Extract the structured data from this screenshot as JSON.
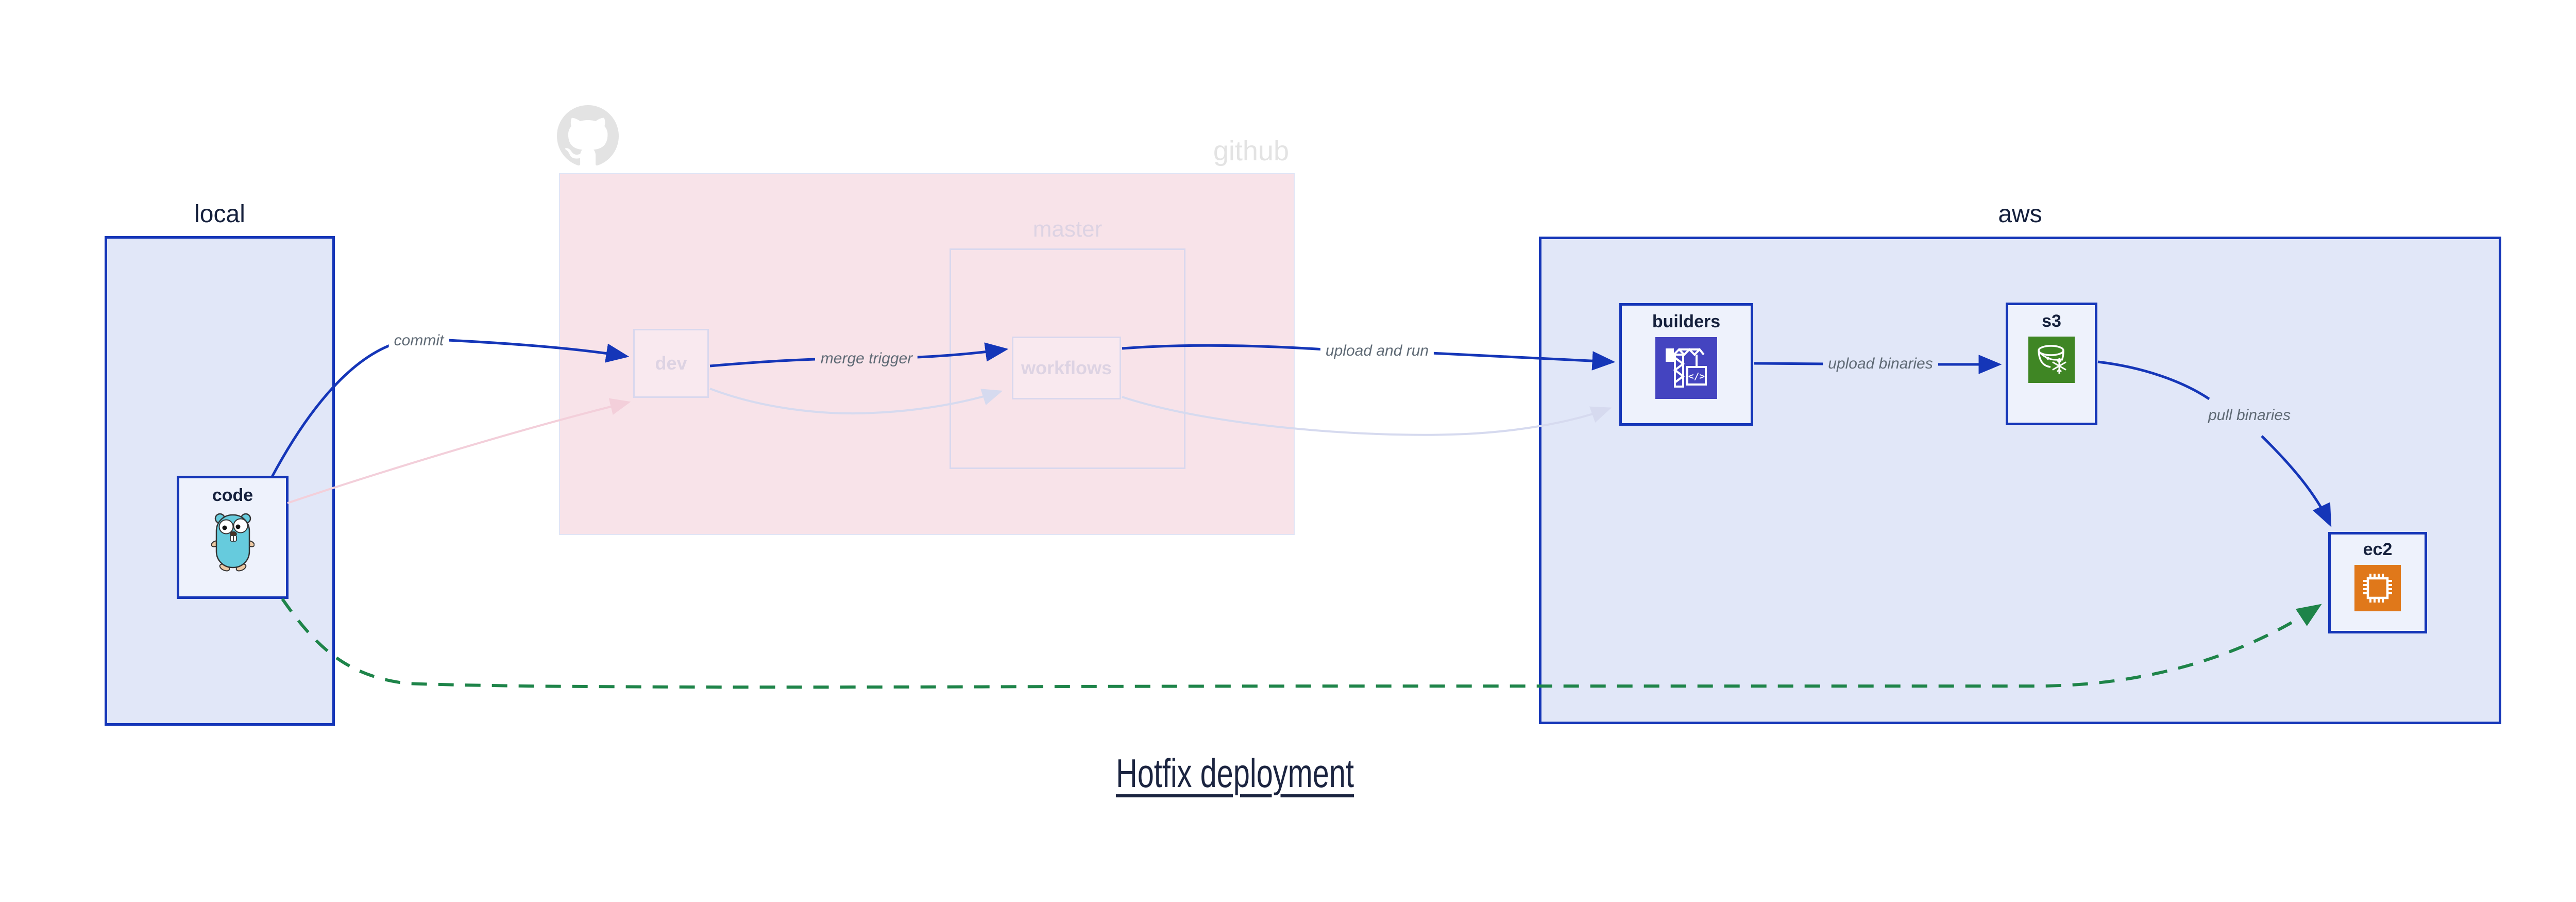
{
  "diagram": {
    "title": "Hotfix deployment",
    "containers": {
      "local": {
        "label": "local"
      },
      "github": {
        "label": "github"
      },
      "master": {
        "label": "master"
      },
      "aws": {
        "label": "aws"
      }
    },
    "nodes": {
      "code": {
        "label": "code",
        "icon": "go-gopher-icon",
        "state": "active"
      },
      "dev": {
        "label": "dev",
        "state": "faded"
      },
      "workflows": {
        "label": "workflows",
        "state": "faded"
      },
      "builders": {
        "label": "builders",
        "icon": "aws-codebuild-icon",
        "state": "active"
      },
      "s3": {
        "label": "s3",
        "icon": "aws-s3-glacier-icon",
        "state": "active"
      },
      "ec2": {
        "label": "ec2",
        "icon": "aws-ec2-icon",
        "state": "active"
      }
    },
    "edges": {
      "commit": {
        "label": "commit",
        "from": "code",
        "to": "dev",
        "style": "blue-solid"
      },
      "merge_trigger": {
        "label": "merge trigger",
        "from": "dev",
        "to": "workflows",
        "style": "blue-solid"
      },
      "upload_and_run": {
        "label": "upload and run",
        "from": "workflows",
        "to": "builders",
        "style": "blue-solid"
      },
      "upload_binaries": {
        "label": "upload binaries",
        "from": "builders",
        "to": "s3",
        "style": "blue-solid"
      },
      "pull_binaries": {
        "label": "pull binaries",
        "from": "s3",
        "to": "ec2",
        "style": "blue-solid"
      },
      "hotfix_path": {
        "label": "",
        "from": "code",
        "to": "ec2",
        "style": "green-dashed"
      },
      "faded_code_dev": {
        "label": "",
        "from": "code",
        "to": "dev",
        "style": "pink-faded"
      },
      "faded_dev_workflows": {
        "label": "",
        "from": "dev",
        "to": "workflows",
        "style": "lavender-faded"
      },
      "faded_workflows_builders": {
        "label": "",
        "from": "workflows",
        "to": "builders",
        "style": "lavender-faded"
      }
    },
    "colors": {
      "blue": "#1536b8",
      "navy": "#15203c",
      "container-fill": "#e1e7f8",
      "node-fill": "#eef2fc",
      "github-fill": "#f8e3e9",
      "github-node-fill": "#f9e9ef",
      "faded-border": "#d9d8ee",
      "faded-text": "#ddd3e3",
      "github-label": "#e3e3e3",
      "edge-label": "#5f6a75",
      "green": "#1e8449",
      "pink-edge": "#f3cfda",
      "lavender-edge": "#d6daef",
      "title": "#1b2440",
      "gopher-teal": "#66cbdd",
      "codebuild-indigo": "#4444c0",
      "s3-green": "#3f8624",
      "ec2-orange": "#e0781a"
    }
  }
}
